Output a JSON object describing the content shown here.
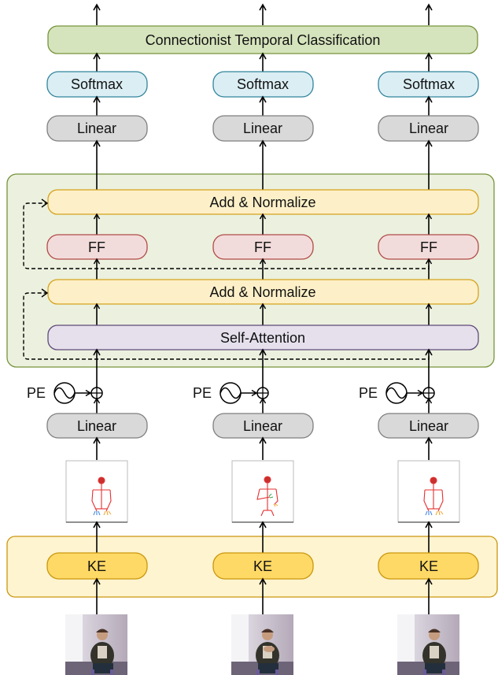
{
  "ctc_label": "Connectionist Temporal Classification",
  "softmax_label": "Softmax",
  "linear_label": "Linear",
  "add_norm_label": "Add & Normalize",
  "ff_label": "FF",
  "self_attention_label": "Self-Attention",
  "pe_label": "PE",
  "ke_label": "KE",
  "colors": {
    "ctc_fill": "#d6e4bd",
    "ctc_stroke": "#77933c",
    "softmax_fill": "#dbeef4",
    "softmax_stroke": "#31859c",
    "linear_fill": "#d9d9d9",
    "linear_stroke": "#7f7f7f",
    "encoder_bg": "#ebf1de",
    "encoder_stroke": "#77933c",
    "addnorm_fill": "#fdf0c8",
    "addnorm_stroke": "#d6a21c",
    "ff_fill": "#f2dcdb",
    "ff_stroke": "#b14a47",
    "attention_fill": "#e5e0ec",
    "attention_stroke": "#5f497a",
    "ke_bg": "#fff4d0",
    "ke_fill": "#ffd966",
    "ke_stroke": "#c9970e"
  },
  "columns": [
    {
      "pose": "pose-frame-1",
      "video": "video-frame-1"
    },
    {
      "pose": "pose-frame-2",
      "video": "video-frame-2"
    },
    {
      "pose": "pose-frame-3",
      "video": "video-frame-3"
    }
  ]
}
